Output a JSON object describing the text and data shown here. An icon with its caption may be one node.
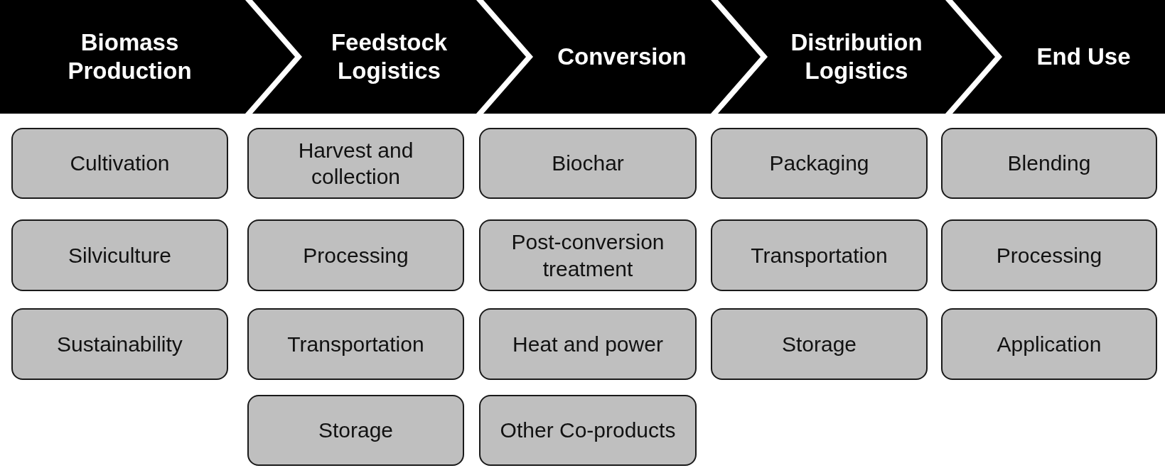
{
  "diagram": {
    "nodes": [
      {
        "text": [
          "Biomass Production"
        ]
      },
      {
        "text": [
          "Feedstock Logistics"
        ]
      },
      {
        "text": [
          "Conversion"
        ]
      },
      {
        "text": [
          "Distribution Logistics"
        ]
      },
      {
        "text": [
          "End Use"
        ]
      },
      {
        "text": [
          "Cultivation"
        ]
      },
      {
        "text": [
          "Harvest and collection"
        ]
      },
      {
        "text": [
          "Biochar"
        ]
      },
      {
        "text": [
          "Packaging"
        ]
      },
      {
        "text": [
          "Blending"
        ]
      },
      {
        "text": [
          "Silviculture"
        ]
      },
      {
        "text": [
          "Processing"
        ]
      },
      {
        "text": [
          "Post-conversion treatment"
        ]
      },
      {
        "text": [
          "Transportation"
        ]
      },
      {
        "text": [
          "Processing"
        ]
      },
      {
        "text": [
          "Sustainability"
        ]
      },
      {
        "text": [
          "Transportation"
        ]
      },
      {
        "text": [
          "Heat and power"
        ]
      },
      {
        "text": [
          "Storage"
        ]
      },
      {
        "text": [
          "Application"
        ]
      },
      {
        "text": [
          "Storage"
        ]
      },
      {
        "text": [
          "Other Co-products"
        ]
      }
    ]
  }
}
